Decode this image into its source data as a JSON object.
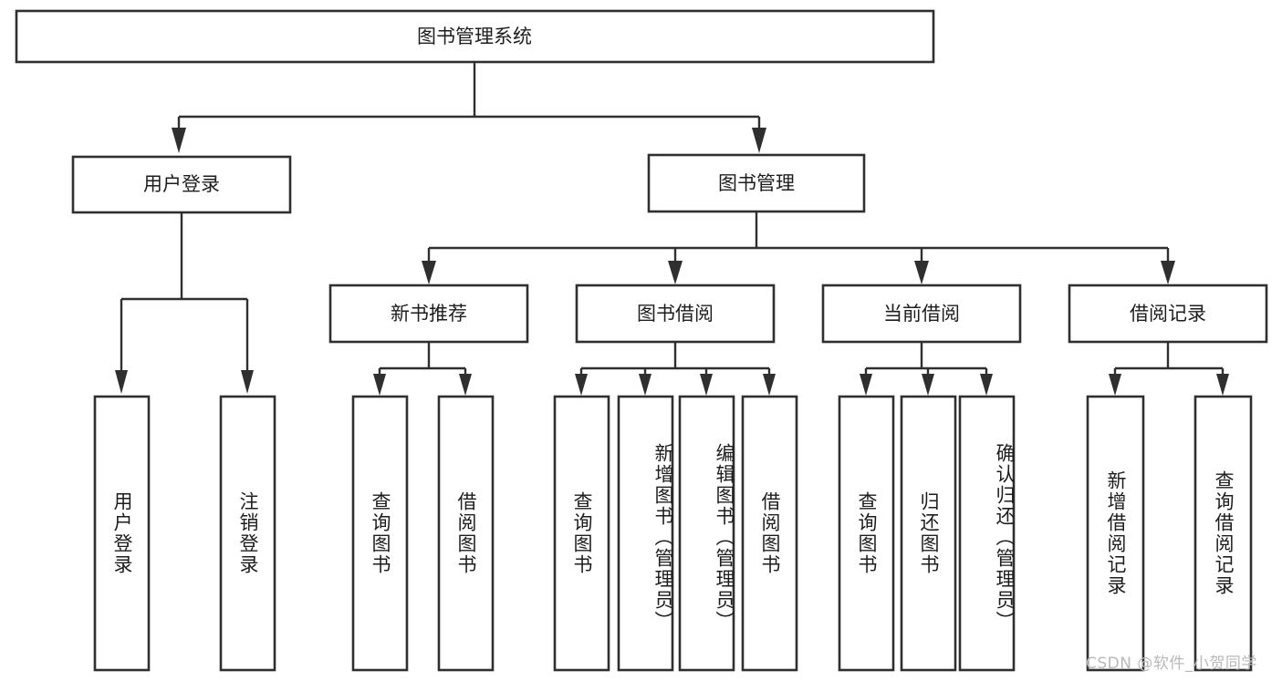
{
  "diagram": {
    "title": "图书管理系统",
    "type": "tree-hierarchy",
    "levels": 4,
    "root": {
      "id": "root",
      "label": "图书管理系统",
      "orientation": "horizontal"
    },
    "level2": [
      {
        "id": "user-login",
        "label": "用户登录",
        "orientation": "horizontal"
      },
      {
        "id": "book-management",
        "label": "图书管理",
        "orientation": "horizontal"
      }
    ],
    "level3": [
      {
        "id": "new-book-recommend",
        "label": "新书推荐",
        "orientation": "horizontal",
        "parent": "book-management"
      },
      {
        "id": "book-borrow",
        "label": "图书借阅",
        "orientation": "horizontal",
        "parent": "book-management"
      },
      {
        "id": "current-borrow",
        "label": "当前借阅",
        "orientation": "horizontal",
        "parent": "book-management"
      },
      {
        "id": "borrow-record",
        "label": "借阅记录",
        "orientation": "horizontal",
        "parent": "book-management"
      }
    ],
    "leaves": [
      {
        "id": "leaf-user-login",
        "label": "用户登录",
        "parent": "user-login",
        "orientation": "vertical"
      },
      {
        "id": "leaf-logout-login",
        "label": "注销登录",
        "parent": "user-login",
        "orientation": "vertical"
      },
      {
        "id": "leaf-query-book-1",
        "label": "查询图书",
        "parent": "new-book-recommend",
        "orientation": "vertical"
      },
      {
        "id": "leaf-borrow-book-1",
        "label": "借阅图书",
        "parent": "new-book-recommend",
        "orientation": "vertical"
      },
      {
        "id": "leaf-query-book-2",
        "label": "查询图书",
        "parent": "book-borrow",
        "orientation": "vertical"
      },
      {
        "id": "leaf-add-book",
        "label": "新增图书（管理员）",
        "parent": "book-borrow",
        "orientation": "vertical"
      },
      {
        "id": "leaf-edit-book",
        "label": "编辑图书（管理员）",
        "parent": "book-borrow",
        "orientation": "vertical"
      },
      {
        "id": "leaf-borrow-book-2",
        "label": "借阅图书",
        "parent": "book-borrow",
        "orientation": "vertical"
      },
      {
        "id": "leaf-query-book-3",
        "label": "查询图书",
        "parent": "current-borrow",
        "orientation": "vertical"
      },
      {
        "id": "leaf-return-book",
        "label": "归还图书",
        "parent": "current-borrow",
        "orientation": "vertical"
      },
      {
        "id": "leaf-confirm-return",
        "label": "确认归还（管理员）",
        "parent": "current-borrow",
        "orientation": "vertical"
      },
      {
        "id": "leaf-add-record",
        "label": "新增借阅记录",
        "parent": "borrow-record",
        "orientation": "vertical"
      },
      {
        "id": "leaf-query-record",
        "label": "查询借阅记录",
        "parent": "borrow-record",
        "orientation": "vertical"
      }
    ]
  },
  "watermark": {
    "text": "CSDN @软件_小贺同学"
  },
  "colors": {
    "background": "#ffffff",
    "box_stroke": "#2f2f2f",
    "box_fill": "#ffffff",
    "connector": "#2f2f2f",
    "text": "#1d1d1d",
    "watermark": "#b9b9b9"
  }
}
